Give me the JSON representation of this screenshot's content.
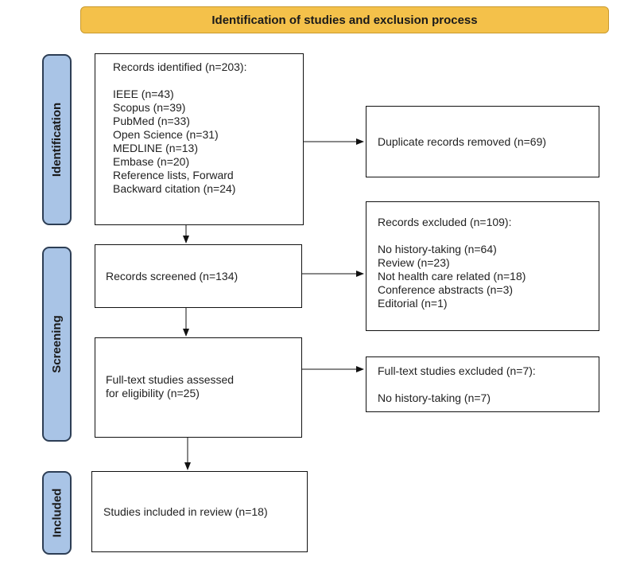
{
  "header": {
    "title": "Identification of studies and exclusion process"
  },
  "phases": {
    "identification": "Identification",
    "screening": "Screening",
    "included": "Included"
  },
  "records_identified": {
    "title": "Records identified (n=203):",
    "sources": [
      "IEEE (n=43)",
      "Scopus (n=39)",
      "PubMed (n=33)",
      "Open Science (n=31)",
      "MEDLINE (n=13)",
      "Embase (n=20)",
      "Reference lists, Forward",
      "Backward citation (n=24)"
    ]
  },
  "duplicates": {
    "label": "Duplicate records removed (n=69)"
  },
  "records_screened": {
    "label": "Records screened (n=134)"
  },
  "records_excluded": {
    "title": "Records excluded (n=109):",
    "reasons": [
      "No history-taking (n=64)",
      "Review (n=23)",
      "Not health care related (n=18)",
      "Conference abstracts (n=3)",
      "Editorial (n=1)"
    ]
  },
  "fulltext_assessed": {
    "lines": [
      "Full-text studies assessed",
      "for eligibility (n=25)"
    ]
  },
  "fulltext_excluded": {
    "title": "Full-text studies excluded (n=7):",
    "reason": "No history-taking (n=7)"
  },
  "included": {
    "label": "Studies included in review (n=18)"
  },
  "colors": {
    "header_fill": "#f4c14a",
    "phase_fill": "#a9c4e6",
    "phase_border": "#2d3e55"
  }
}
